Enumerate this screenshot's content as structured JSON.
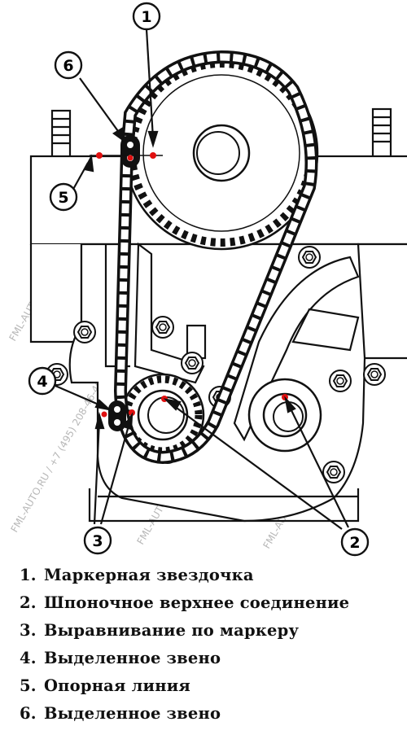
{
  "watermark": "FML-AUTO.RU / +7 (495) 208-46-46",
  "callouts": [
    "1",
    "2",
    "3",
    "4",
    "5",
    "6"
  ],
  "legend": [
    {
      "num": "1.",
      "text": "Маркерная звездочка"
    },
    {
      "num": "2.",
      "text": "Шпоночное верхнее соединение"
    },
    {
      "num": "3.",
      "text": "Выравнивание по маркеру"
    },
    {
      "num": "4.",
      "text": "Выделенное звено"
    },
    {
      "num": "5.",
      "text": "Опорная линия"
    },
    {
      "num": "6.",
      "text": "Выделенное звено"
    }
  ],
  "colors": {
    "ink": "#111111",
    "marker": "#e01010",
    "watermark": "#b8b8b8"
  }
}
